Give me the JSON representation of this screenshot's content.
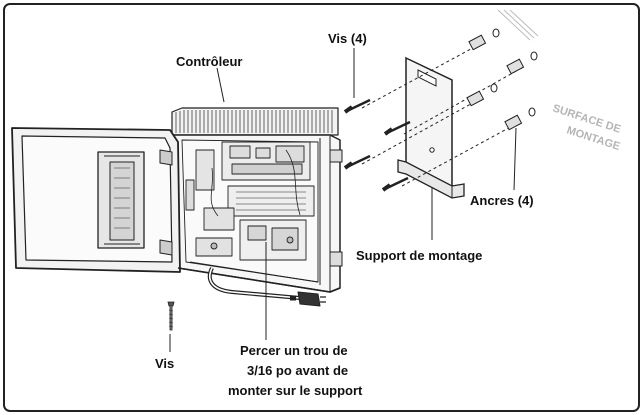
{
  "labels": {
    "controller": "Contrôleur",
    "screws_4": "Vis (4)",
    "surface_line1": "SURFACE DE",
    "surface_line2": "MONTAGE",
    "anchors": "Ancres (4)",
    "bracket": "Support de montage",
    "screw": "Vis",
    "drill_line1": "Percer un trou de",
    "drill_line2": "3/16 po avant de",
    "drill_line3": "monter sur le support"
  }
}
